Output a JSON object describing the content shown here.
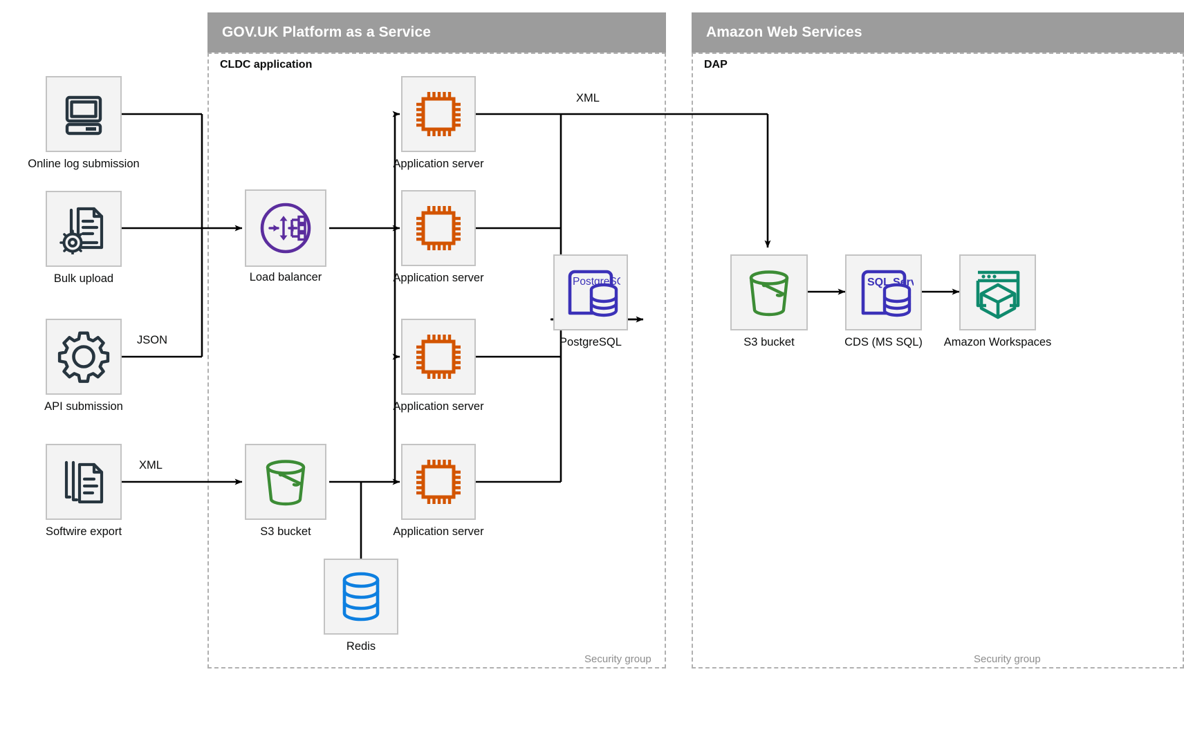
{
  "groups": [
    {
      "id": "paas",
      "header": "GOV.UK Platform as a Service",
      "subtitle": "CLDC application",
      "security_label": "Security group"
    },
    {
      "id": "aws",
      "header": "Amazon Web Services",
      "subtitle": "DAP",
      "security_label": "Security group"
    }
  ],
  "nodes": {
    "online_log": {
      "label": "Online log submission",
      "icon": "desktop-computer-icon"
    },
    "bulk_upload": {
      "label": "Bulk upload",
      "icon": "document-gear-icon"
    },
    "api_submission": {
      "label": "API submission",
      "icon": "gear-icon"
    },
    "softwire_export": {
      "label": "Softwire export",
      "icon": "document-stack-icon"
    },
    "load_balancer": {
      "label": "Load balancer",
      "icon": "load-balancer-icon"
    },
    "app_server_1": {
      "label": "Application server",
      "icon": "cpu-chip-icon"
    },
    "app_server_2": {
      "label": "Application server",
      "icon": "cpu-chip-icon"
    },
    "app_server_3": {
      "label": "Application server",
      "icon": "cpu-chip-icon"
    },
    "app_server_4": {
      "label": "Application server",
      "icon": "cpu-chip-icon"
    },
    "postgresql": {
      "label": "PostgreSQL",
      "icon": "postgresql-icon",
      "badge": "PostgreSQL"
    },
    "s3_paas": {
      "label": "S3 bucket",
      "icon": "s3-bucket-icon"
    },
    "redis": {
      "label": "Redis",
      "icon": "database-cylinder-icon"
    },
    "s3_aws": {
      "label": "S3 bucket",
      "icon": "s3-bucket-icon"
    },
    "cds": {
      "label": "CDS (MS SQL)",
      "icon": "sql-server-icon",
      "badge": "SQL Server"
    },
    "workspaces": {
      "label": "Amazon Workspaces",
      "icon": "amazon-workspaces-icon"
    }
  },
  "edge_labels": {
    "json": "JSON",
    "xml_softwire": "XML",
    "xml_to_s3": "XML"
  },
  "colors": {
    "header_gray": "#9c9c9c",
    "tile_fill": "#f3f3f3",
    "tile_border": "#c3c3c3",
    "dark_navy": "#27353f",
    "orange": "#d35400",
    "purple": "#5b2d9e",
    "indigo": "#3b31b8",
    "green": "#3c8c35",
    "blue": "#0d7fe0",
    "teal": "#0f8a6d",
    "wire": "#000000",
    "dashed_border": "#b0b0b0",
    "muted_text": "#8d8d8d"
  }
}
